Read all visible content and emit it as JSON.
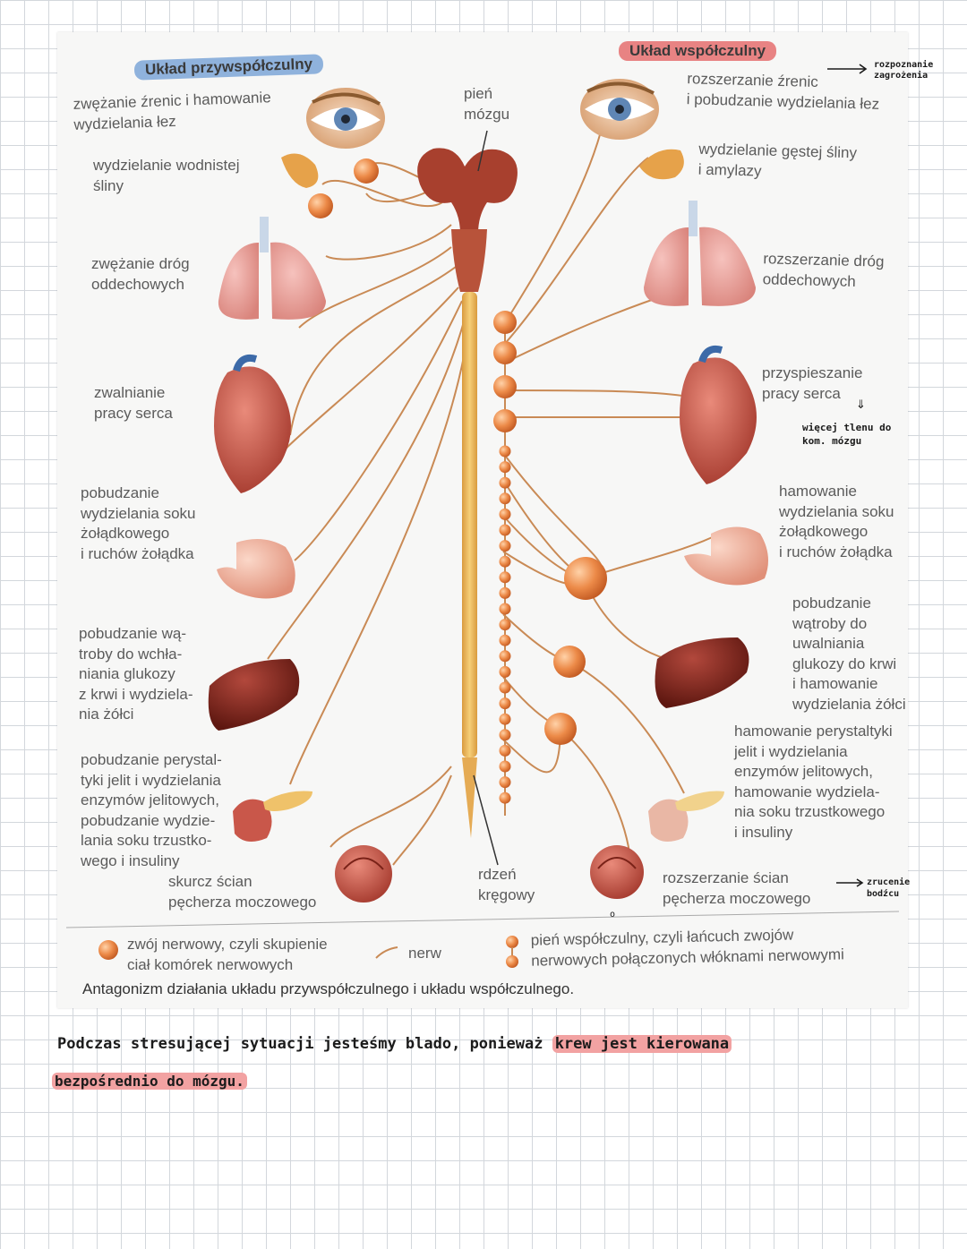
{
  "headers": {
    "parasympathetic": "Układ przywspółczulny",
    "sympathetic": "Układ współczulny"
  },
  "center_labels": {
    "brainstem": "pień\nmózgu",
    "spinal_cord": "rdzeń\nkręgowy"
  },
  "left_effects": [
    "zwężanie źrenic i hamowanie\nwydzielania łez",
    "wydzielanie wodnistej\nśliny",
    "zwężanie dróg\noddechowych",
    "zwalnianie\npracy serca",
    "pobudzanie\nwydzielania soku\nżołądkowego\ni ruchów żołądka",
    "pobudzanie wą-\ntroby do wchła-\nniania glukozy\nz krwi i wydziela-\nnia żółci",
    "pobudzanie perystal-\ntyki jelit i wydzielania\nenzymów jelitowych,\npobudzanie wydzie-\nlania soku trzustko-\nwego i insuliny",
    "skurcz ścian\npęcherza moczowego"
  ],
  "right_effects": [
    "rozszerzanie źrenic\ni pobudzanie wydzielania łez",
    "wydzielanie gęstej śliny\ni amylazy",
    "rozszerzanie dróg\noddechowych",
    "przyspieszanie\npracy serca",
    "hamowanie\nwydzielania soku\nżołądkowego\ni ruchów żołądka",
    "pobudzanie\nwątroby do\nuwalniania\nglukozy do krwi\ni hamowanie\nwydzielania żółci",
    "hamowanie perystaltyki\njelit i wydzielania\nenzymów jelitowych,\nhamowanie wydziela-\nnia soku trzustkowego\ni insuliny",
    "rozszerzanie ścian\npęcherza moczowego"
  ],
  "legend": {
    "ganglion": "zwój nerwowy, czyli skupienie\nciał komórek nerwowych",
    "nerve": "nerw",
    "chain": "pień współczulny, czyli łańcuch zwojów\nnerwowych połączonych włóknami nerwowymi"
  },
  "caption": "Antagonizm działania układu przywspółczulnego i układu współczulnego.",
  "handwritten": {
    "note_danger": "rozpoznanie\nzagrożenia",
    "note_arrow": "⇓",
    "note_blood": "więcej tlenu do\nkom. mózgu",
    "note_pain": "zrucenie\nbodźcu",
    "dot": "o"
  },
  "bottom_note": {
    "text1": "Podczas stresującej sytuacji jesteśmy blado, ponieważ ",
    "highlight1": "krew jest kierowana",
    "highlight2": "bezpośrednio do mózgu."
  },
  "colors": {
    "nerve": "#c98a55",
    "ganglion": "#e0773a",
    "cord": "#eab55a",
    "brain": "#a8402e",
    "para_header": "#8fb2dc",
    "symp_header": "#e88383",
    "highlight": "#f2a2a2"
  }
}
